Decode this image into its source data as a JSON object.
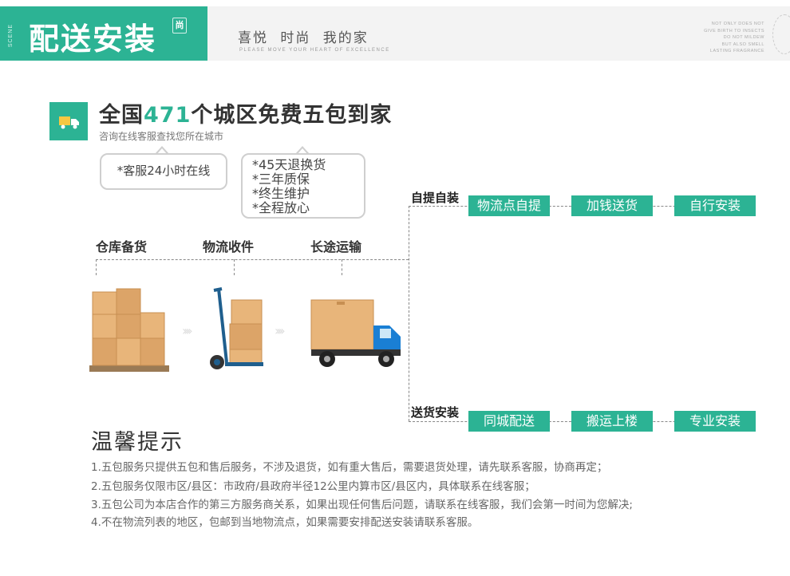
{
  "header": {
    "scene_label": "SCENE",
    "title": "配送安装",
    "seal": "尚",
    "tagline": "喜悦  时尚  我的家",
    "tagline_sub": "PLEASE MOVE YOUR HEART OF EXCELLENCE",
    "deco_lines": [
      "NOT ONLY DOES NOT",
      "GIVE BIRTH TO INSECTS",
      "DO NOT MILDEW",
      "BUT ALSO SMELL",
      "LASTING FRAGRANCE"
    ]
  },
  "heading": {
    "prefix": "全国",
    "number": "471",
    "suffix": "个城区免费五包到家",
    "sub": "咨询在线客服查找您所在城市"
  },
  "bubbles": {
    "service": "*客服24小时在线",
    "guarantees": [
      "*45天退换货",
      "*三年质保",
      "*终生维护",
      "*全程放心"
    ]
  },
  "stages": [
    "仓库备货",
    "物流收件",
    "长途运输"
  ],
  "routes": {
    "pickup": {
      "label": "自提自装",
      "steps": [
        "物流点自提",
        "加钱送货",
        "自行安装"
      ]
    },
    "delivery": {
      "label": "送货安装",
      "steps": [
        "同城配送",
        "搬运上楼",
        "专业安装"
      ]
    }
  },
  "tips": {
    "title": "温馨提示",
    "items": [
      "1.五包服务只提供五包和售后服务，不涉及退货，如有重大售后，需要退货处理，请先联系客服，协商再定；",
      "2.五包服务仅限市区/县区：市政府/县政府半径12公里内算市区/县区内，具体联系在线客服；",
      "3.五包公司为本店合作的第三方服务商关系，如果出现任何售后问题，请联系在线客服，我们会第一时间为您解决;",
      "4.不在物流列表的地区，包邮到当地物流点，如果需要安排配送安装请联系客服。"
    ]
  },
  "colors": {
    "accent": "#2cb394",
    "box": "#e8b57a",
    "truck": "#1a7fd4"
  }
}
